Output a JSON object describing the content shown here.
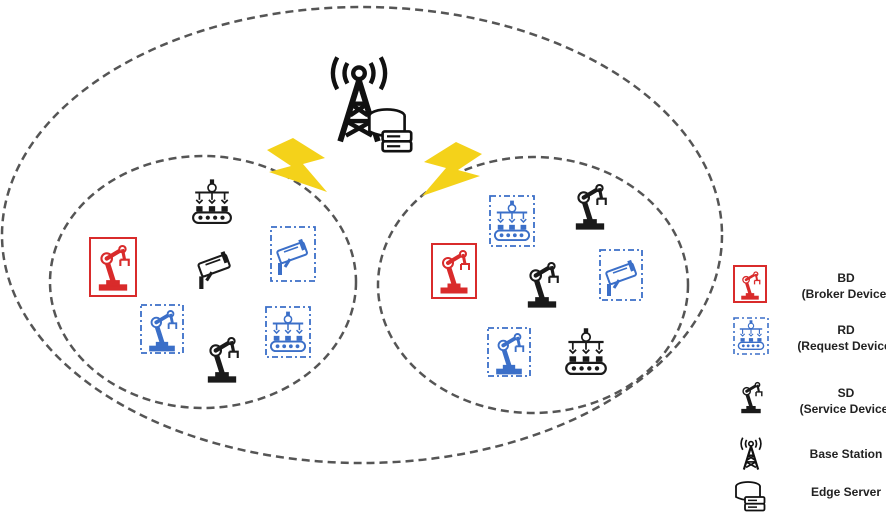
{
  "colors": {
    "broker": "#d92b2b",
    "request": "#3b6fc8",
    "service": "#1a1a1a",
    "lightning": "#f4d21a",
    "dash": "#555555"
  },
  "icons": [
    "base-station-icon",
    "edge-server-icon",
    "robot-arm-icon",
    "conveyor-icon",
    "cctv-camera-icon",
    "lightning-icon"
  ],
  "legend": {
    "bd": {
      "line1": "BD",
      "line2": "(Broker Device)"
    },
    "rd": {
      "line1": "RD",
      "line2": "(Request Device)"
    },
    "sd": {
      "line1": "SD",
      "line2": "(Service Device)"
    },
    "base_station": {
      "label": "Base Station"
    },
    "edge_server": {
      "label": "Edge Server"
    }
  }
}
